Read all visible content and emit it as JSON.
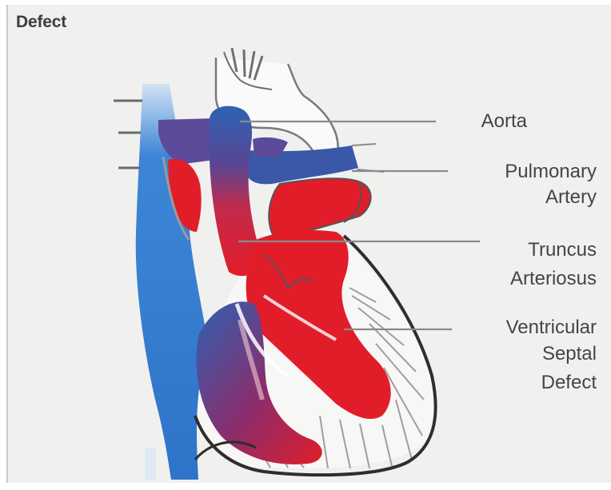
{
  "title": "Defect",
  "labels": {
    "aorta": "Aorta",
    "pulmonary_line1": "Pulmonary",
    "pulmonary_line2": "Artery",
    "truncus_line1": "Truncus",
    "truncus_line2": "Arteriosus",
    "vsd_line1": "Ventricular",
    "vsd_line2": "Septal",
    "vsd_line3": "Defect"
  },
  "colors": {
    "oxygenated_blood": "#e21d2a",
    "deoxygenated_blood": "#2f6fbf",
    "mixed_blood": "#6a3a86",
    "heart_outline": "#2e2e2e",
    "leader_line": "#8a8a8a"
  }
}
